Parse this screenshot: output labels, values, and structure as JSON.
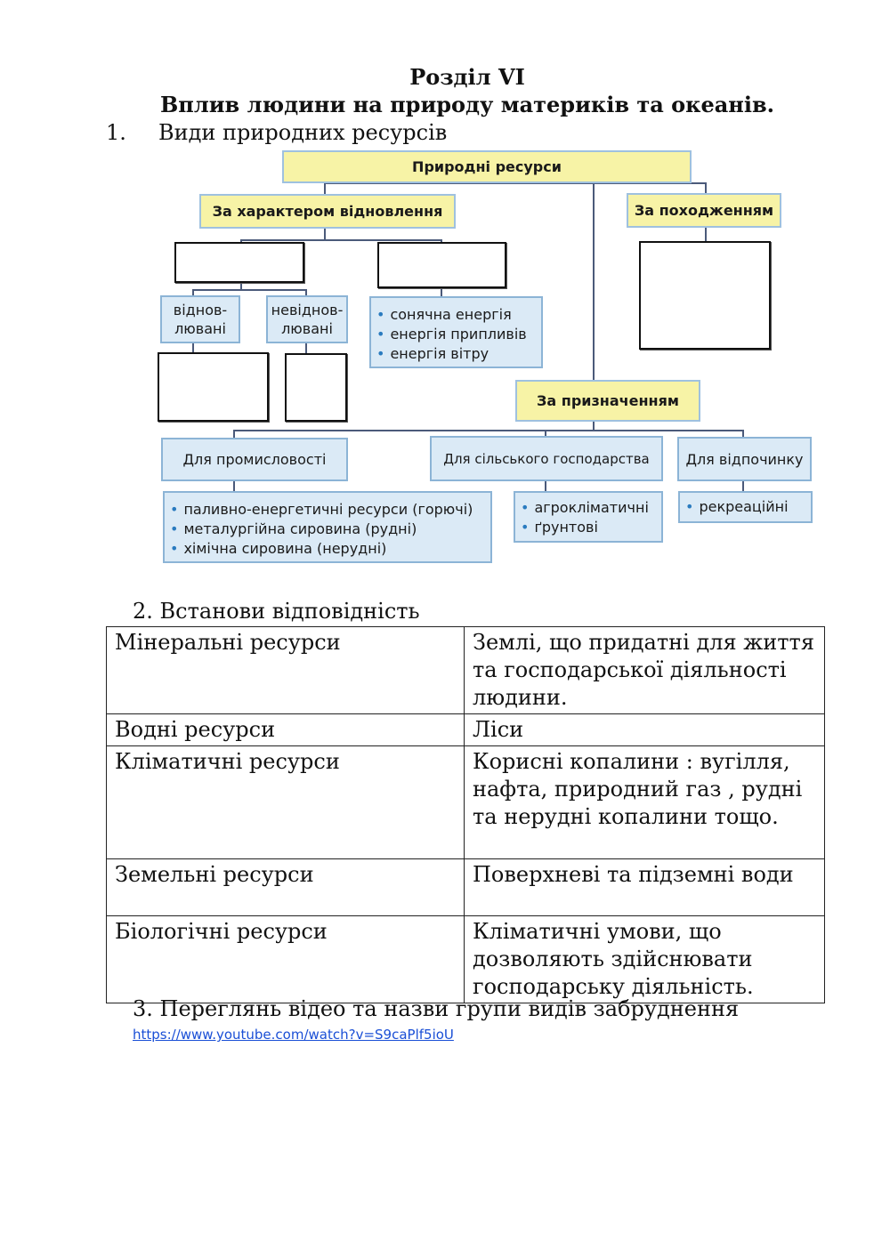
{
  "heading": {
    "section": "Розділ VI",
    "subtitle": "Вплив людини на природу материків та океанів."
  },
  "task1": {
    "number": "1.",
    "label": "Види природних ресурсів"
  },
  "diagram": {
    "root": "Природні ресурси",
    "by_renewal": "За характером відновлення",
    "by_origin": "За походженням",
    "by_purpose": "За призначенням",
    "renewable": "віднов-\nлювані",
    "nonrenewable": "невіднов-\nлювані",
    "energy_items": [
      "сонячна енергія",
      "енергія припливів",
      "енергія вітру"
    ],
    "for_industry": "Для промисловості",
    "for_agriculture": "Для сільського господарства",
    "for_recreation": "Для відпочинку",
    "industry_items": [
      "паливно-енергетичні ресурси (горючі)",
      "металургійна сировина (рудні)",
      "хімічна сировина (нерудні)"
    ],
    "agriculture_items": [
      "агрокліматичні",
      "ґрунтові"
    ],
    "recreation_items": [
      "рекреаційні"
    ]
  },
  "task2": {
    "label": "2. Встанови відповідність",
    "rows": [
      {
        "left": "Мінеральні ресурси",
        "right": "Землі, що придатні для життя та господарської діяльності людини."
      },
      {
        "left": "Водні ресурси",
        "right": "Ліси"
      },
      {
        "left": "Кліматичні ресурси",
        "right": "Корисні копалини : вугілля, нафта, природний газ , рудні та нерудні копалини тощо."
      },
      {
        "left": "Земельні ресурси",
        "right": "Поверхневі та підземні води"
      },
      {
        "left": "Біологічні ресурси",
        "right": "Кліматичні умови, що дозволяють здійснювати господарську діяльність."
      }
    ]
  },
  "task3": {
    "label": "3. Переглянь відео та назви групи видів забруднення",
    "link": "https://www.youtube.com/watch?v=S9caPlf5ioU"
  }
}
